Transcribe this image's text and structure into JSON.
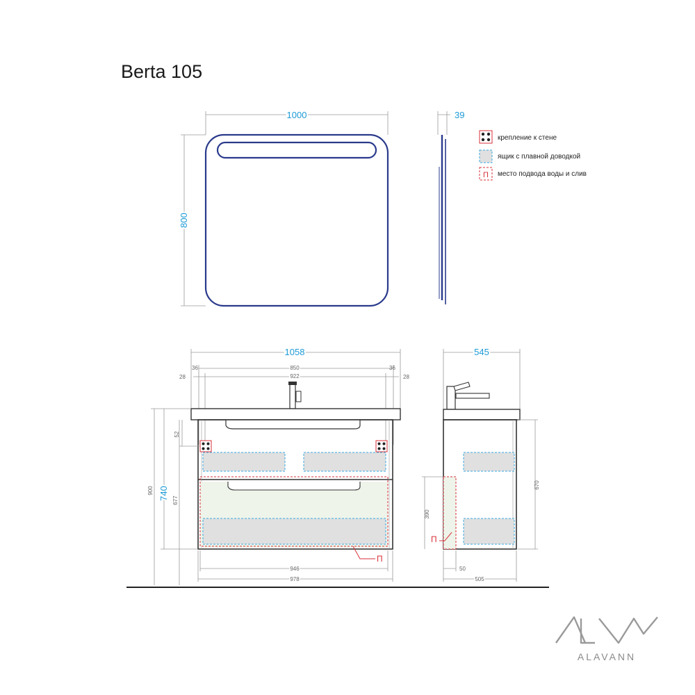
{
  "title": "Berta 105",
  "mirror": {
    "width_label": "1000",
    "height_label": "800",
    "depth_label": "39"
  },
  "legend": {
    "items": [
      {
        "label": "крепление к стене",
        "symbol": "wall-mount"
      },
      {
        "label": "ящик с плавной доводкой",
        "symbol": "soft-close-drawer"
      },
      {
        "label": "место подвода воды и слив",
        "symbol": "water-supply"
      }
    ]
  },
  "cabinet_front": {
    "width_label": "1058",
    "offset_36_left": "36",
    "offset_36_right": "36",
    "offset_28_left": "28",
    "offset_28_right": "28",
    "inner_850": "850",
    "inner_922": "922",
    "mount_52": "52",
    "height_900": "900",
    "height_740": "740",
    "height_677": "677",
    "bottom_946": "946",
    "bottom_978": "978",
    "supply_marker": "П"
  },
  "cabinet_side": {
    "depth_label": "545",
    "height_670": "670",
    "supply_390": "390",
    "offset_50": "50",
    "depth_505": "505",
    "supply_marker": "П"
  },
  "brand": {
    "logo_letters": "AlV",
    "name": "ALAVANN"
  },
  "colors": {
    "dimension_blue": "#1c9ad6",
    "mirror_outline": "#2a3a8c",
    "supply_red": "#d9323a",
    "drawer_fill": "#e0e0e0"
  }
}
